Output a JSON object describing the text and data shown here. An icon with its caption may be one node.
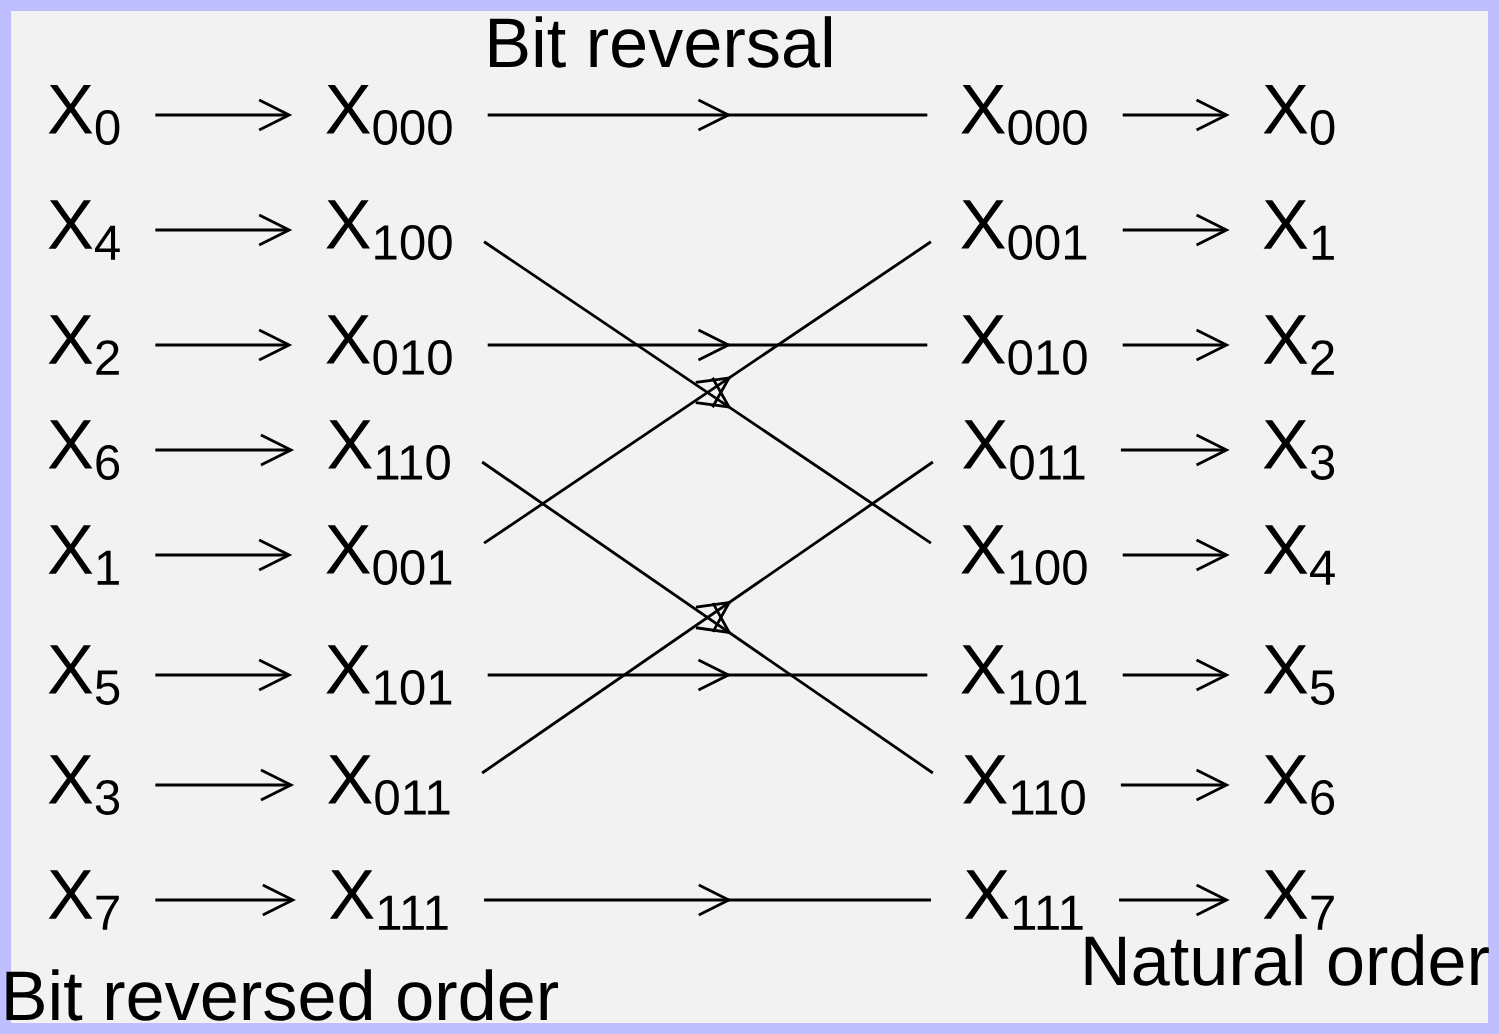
{
  "diagram": {
    "title": "Bit reversal",
    "nodes": [
      {
        "text": [
          "X$_{0}$"
        ]
      },
      {
        "text": [
          "X$_{4}$"
        ]
      },
      {
        "text": [
          "X$_{2}$"
        ]
      },
      {
        "text": [
          "X$_{6}$"
        ]
      },
      {
        "text": [
          "X$_{1}$"
        ]
      },
      {
        "text": [
          "X$_{5}$"
        ]
      },
      {
        "text": [
          "X$_{3}$"
        ]
      },
      {
        "text": [
          "X$_{7}$"
        ]
      },
      {
        "text": [
          "X$_{000}$"
        ]
      },
      {
        "text": [
          "X$_{100}$"
        ]
      },
      {
        "text": [
          "X$_{010}$"
        ]
      },
      {
        "text": [
          "X$_{110}$"
        ]
      },
      {
        "text": [
          "X$_{001}$"
        ]
      },
      {
        "text": [
          "X$_{101}$"
        ]
      },
      {
        "text": [
          "X$_{011}$"
        ]
      },
      {
        "text": [
          "X$_{111}$"
        ]
      },
      {
        "text": [
          "X$_{000}$"
        ]
      },
      {
        "text": [
          "X$_{001}$"
        ]
      },
      {
        "text": [
          "X$_{010}$"
        ]
      },
      {
        "text": [
          "X$_{011}$"
        ]
      },
      {
        "text": [
          "X$_{100}$"
        ]
      },
      {
        "text": [
          "X$_{101}$"
        ]
      },
      {
        "text": [
          "X$_{110}$"
        ]
      },
      {
        "text": [
          "X$_{111}$"
        ]
      },
      {
        "text": [
          "X$_{0}$"
        ]
      },
      {
        "text": [
          "X$_{1}$"
        ]
      },
      {
        "text": [
          "X$_{2}$"
        ]
      },
      {
        "text": [
          "X$_{3}$"
        ]
      },
      {
        "text": [
          "X$_{4}$"
        ]
      },
      {
        "text": [
          "X$_{5}$"
        ]
      },
      {
        "text": [
          "X$_{6}$"
        ]
      },
      {
        "text": [
          "X$_{7}$"
        ]
      }
    ],
    "edges": [
      {
        "from": 0,
        "to": 8,
        "arrow": "to"
      },
      {
        "from": 1,
        "to": 9,
        "arrow": "to"
      },
      {
        "from": 2,
        "to": 10,
        "arrow": "to"
      },
      {
        "from": 3,
        "to": 11,
        "arrow": "to"
      },
      {
        "from": 4,
        "to": 12,
        "arrow": "to"
      },
      {
        "from": 5,
        "to": 13,
        "arrow": "to"
      },
      {
        "from": 6,
        "to": 14,
        "arrow": "to"
      },
      {
        "from": 7,
        "to": 15,
        "arrow": "to"
      },
      {
        "from": 8,
        "to": 16,
        "arrow": "to"
      },
      {
        "from": 9,
        "to": 20,
        "arrow": "to"
      },
      {
        "from": 10,
        "to": 18,
        "arrow": "to"
      },
      {
        "from": 11,
        "to": 22,
        "arrow": "to"
      },
      {
        "from": 12,
        "to": 17,
        "arrow": "to"
      },
      {
        "from": 13,
        "to": 21,
        "arrow": "to"
      },
      {
        "from": 14,
        "to": 19,
        "arrow": "to"
      },
      {
        "from": 15,
        "to": 23,
        "arrow": "to"
      },
      {
        "from": 16,
        "to": 24,
        "arrow": "to"
      },
      {
        "from": 17,
        "to": 25,
        "arrow": "to"
      },
      {
        "from": 18,
        "to": 26,
        "arrow": "to"
      },
      {
        "from": 19,
        "to": 27,
        "arrow": "to"
      },
      {
        "from": 20,
        "to": 28,
        "arrow": "to"
      },
      {
        "from": 21,
        "to": 29,
        "arrow": "to"
      },
      {
        "from": 22,
        "to": 30,
        "arrow": "to"
      },
      {
        "from": 23,
        "to": 31,
        "arrow": "to"
      }
    ],
    "labels": [
      "Bit reversed order",
      "Natural order"
    ]
  }
}
